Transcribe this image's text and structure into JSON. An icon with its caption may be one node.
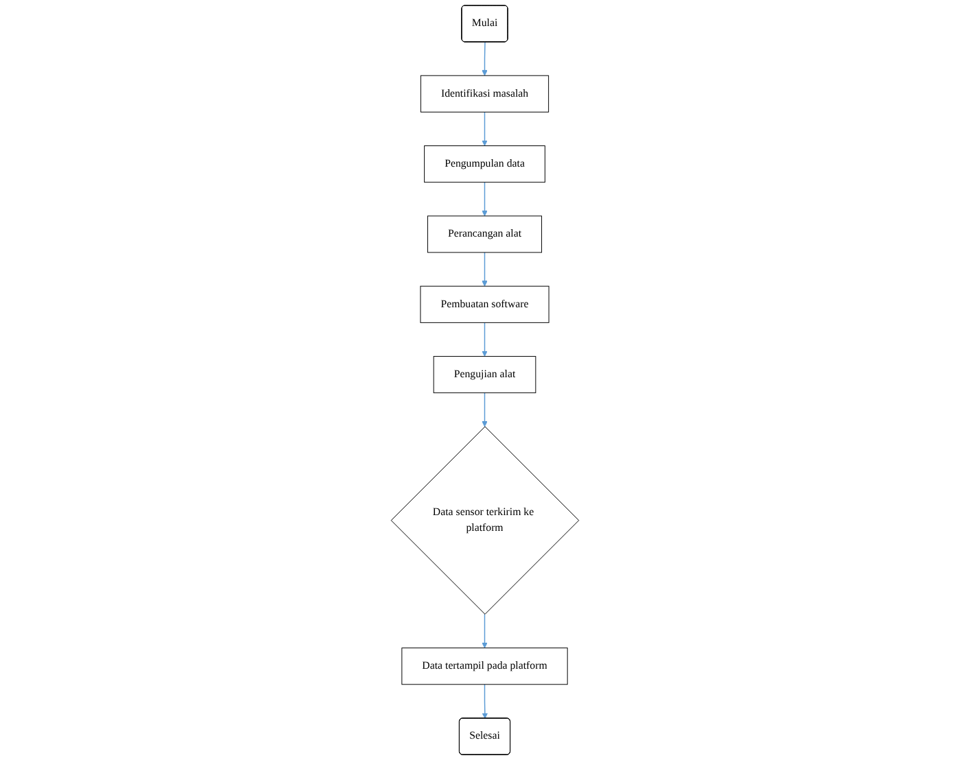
{
  "diagram": {
    "nodes": [
      {
        "text": [
          "Mulai"
        ]
      },
      {
        "text": [
          "Identifikasi masalah"
        ]
      },
      {
        "text": [
          "Pengumpulan data"
        ]
      },
      {
        "text": [
          "Perancangan alat"
        ]
      },
      {
        "text": [
          "Pembuatan software"
        ]
      },
      {
        "text": [
          "Pengujian alat"
        ]
      },
      {
        "text": [
          "Data sensor terkirim ke platform"
        ]
      },
      {
        "text": [
          "Data tertampil pada platform"
        ]
      },
      {
        "text": [
          "Selesai"
        ]
      }
    ],
    "edges": [
      {
        "from": 0,
        "to": 1,
        "arrow": "to"
      },
      {
        "from": 1,
        "to": 2,
        "arrow": "to"
      },
      {
        "from": 2,
        "to": 3,
        "arrow": "to"
      },
      {
        "from": 3,
        "to": 4,
        "arrow": "to"
      },
      {
        "from": 4,
        "to": 5,
        "arrow": "to"
      },
      {
        "from": 5,
        "to": 6,
        "arrow": "to"
      },
      {
        "from": 6,
        "to": 7,
        "arrow": "to"
      },
      {
        "from": 7,
        "to": 8,
        "arrow": "to"
      }
    ]
  }
}
